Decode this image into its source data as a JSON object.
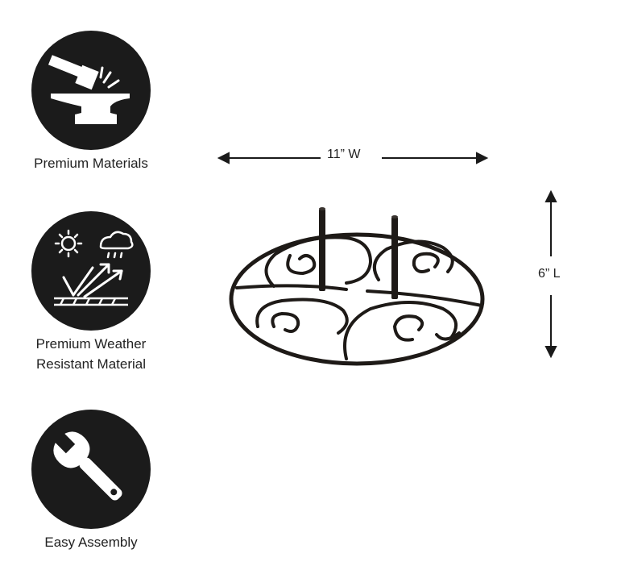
{
  "features": [
    {
      "label": "Premium Materials",
      "icon": "anvil-hammer-icon"
    },
    {
      "label_line1": "Premium Weather",
      "label_line2": "Resistant Material",
      "icon": "weather-icon"
    },
    {
      "label": "Easy Assembly",
      "icon": "wrench-icon"
    }
  ],
  "dimensions": {
    "width_label": "11” W",
    "height_label": "6” L"
  },
  "colors": {
    "badge": "#1b1b1b",
    "icon": "#ffffff",
    "metal": "#1e1a17"
  }
}
